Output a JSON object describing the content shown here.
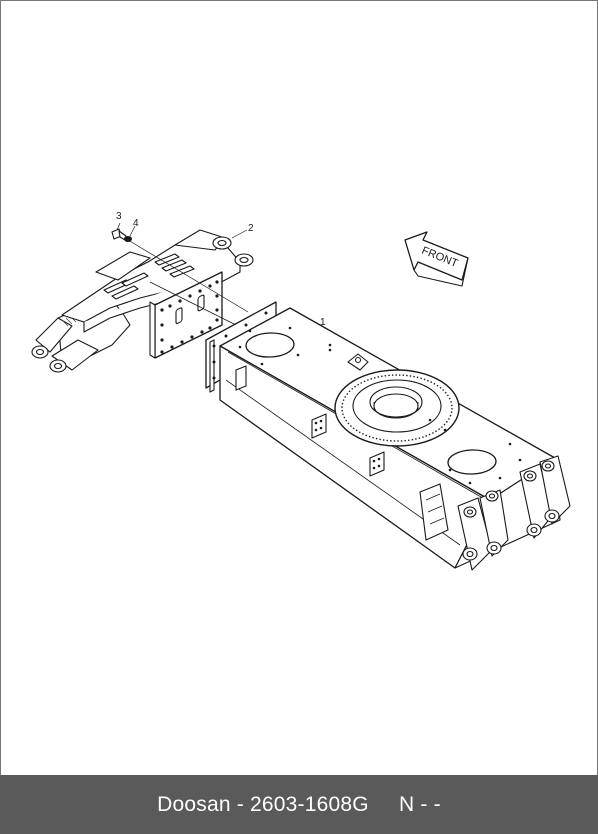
{
  "callouts": [
    {
      "id": "1",
      "label": "1"
    },
    {
      "id": "2",
      "label": "2"
    },
    {
      "id": "3",
      "label": "3"
    },
    {
      "id": "4",
      "label": "4"
    }
  ],
  "front_label": "FRONT",
  "footer": {
    "brand": "Doosan",
    "separator": " - ",
    "part_number": "2603-1608G",
    "suffix": "N - -"
  },
  "colors": {
    "line": "#1a1a1a",
    "fill": "#ffffff",
    "hatch": "#444444",
    "footer_bg": "#5a5a5a",
    "footer_text": "#ffffff"
  }
}
